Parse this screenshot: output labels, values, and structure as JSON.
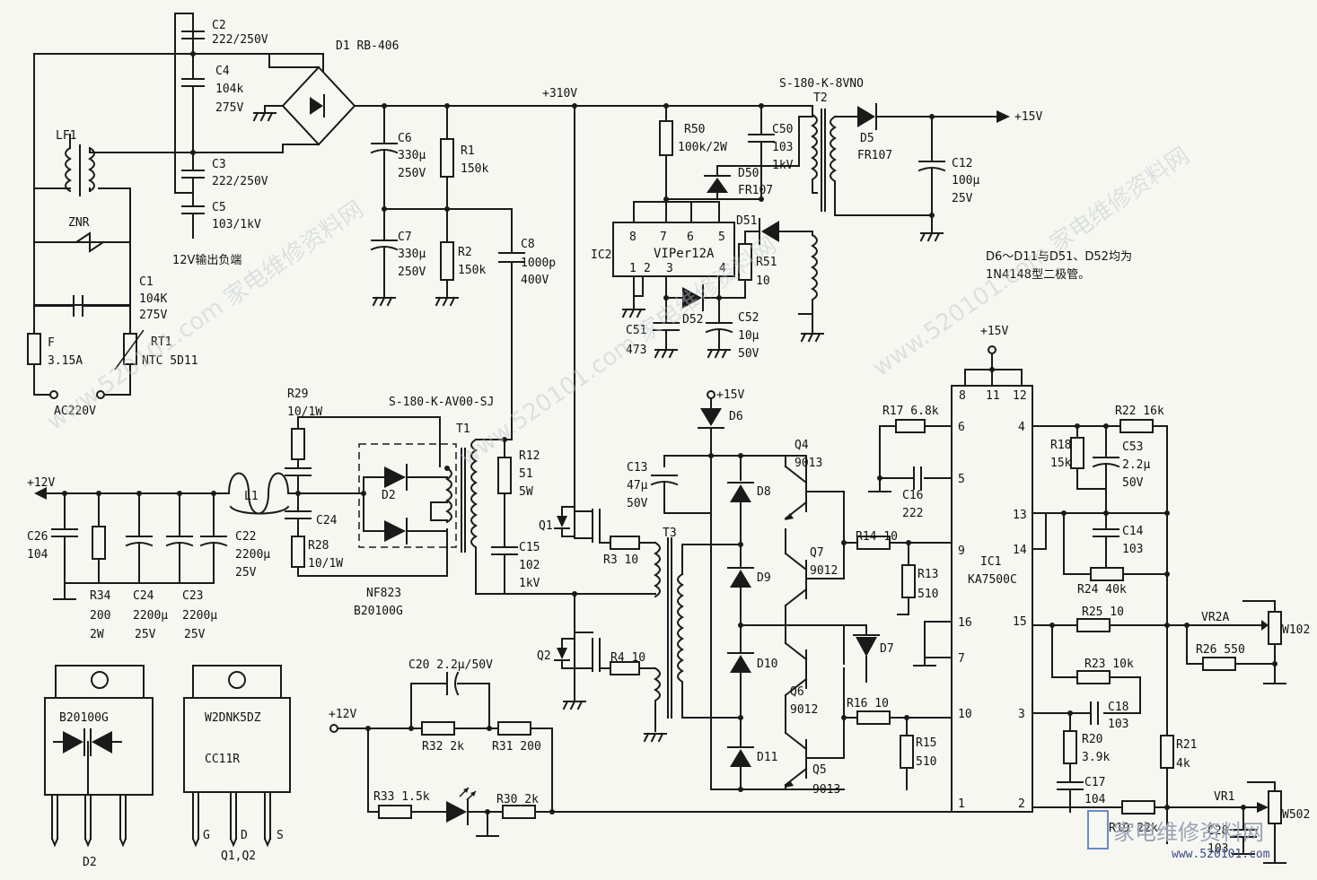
{
  "labels": {
    "C2": "C2",
    "C2v": "222/250V",
    "C4": "C4",
    "C4v": "104k",
    "C4v2": "275V",
    "C3": "C3",
    "C3v": "222/250V",
    "C5": "C5",
    "C5v": "103/1kV",
    "note12v": "12V输出负端",
    "D1": "D1  RB-406",
    "LF1": "LF1",
    "ZNR": "ZNR",
    "C1": "C1",
    "C1v": "104K",
    "C1v2": "275V",
    "F": "F",
    "Fv": "3.15A",
    "RT1": "RT1",
    "RT1v": "NTC 5D11",
    "AC": "AC220V",
    "C6": "C6",
    "C6v": "330μ",
    "C6v2": "250V",
    "C7": "C7",
    "C7v": "330μ",
    "C7v2": "250V",
    "R1": "R1",
    "R1v": "150k",
    "R2": "R2",
    "R2v": "150k",
    "C8": "C8",
    "C8v": "1000p",
    "C8v2": "400V",
    "v310": "+310V",
    "T2type": "S-180-K-8VNO",
    "T2": "T2",
    "R50": "R50",
    "R50v": "100k/2W",
    "C50": "C50",
    "C50v": "103",
    "C50v2": "1kV",
    "D50": "D50",
    "D50v": "FR107",
    "D5": "D5",
    "D5v": "FR107",
    "v15": "+15V",
    "C12": "C12",
    "C12v": "100μ",
    "C12v2": "25V",
    "IC2": "IC2",
    "IC2part": "VIPer12A",
    "p8": "8",
    "p7": "7",
    "p6": "6",
    "p5": "5",
    "p1": "1",
    "p2": "2",
    "p3": "3",
    "p4": "4",
    "D51": "D51",
    "R51": "R51",
    "R51v": "10",
    "C51": "C51",
    "C51v": "473",
    "D52": "D52",
    "C52": "C52",
    "C52v": "10μ",
    "C52v2": "50V",
    "note1": "D6～D11与D51、D52均为",
    "note2": "1N4148型二极管。",
    "T1type": "S-180-K-AV00-SJ",
    "T1": "T1",
    "R29": "R29",
    "R29v": "10/1W",
    "R28": "R28",
    "R28v": "10/1W",
    "C24a": "C24",
    "D2": "D2",
    "NF823": "NF823",
    "B20100G": "B20100G",
    "R12": "R12",
    "R12v": "51",
    "R12v2": "5W",
    "C15": "C15",
    "C15v": "102",
    "C15v2": "1kV",
    "L1": "L1",
    "v12": "+12V",
    "C26": "C26",
    "C26v": "104",
    "R34": "R34",
    "R34v": "200",
    "R34v2": "2W",
    "C24": "C24",
    "C24v": "2200μ",
    "C24v2": "25V",
    "C23": "C23",
    "C23v": "2200μ",
    "C23v2": "25V",
    "C22": "C22",
    "C22v": "2200μ",
    "C22v2": "25V",
    "Q1": "Q1",
    "Q2": "Q2",
    "R3": "R3  10",
    "R4": "R4  10",
    "C13": "C13",
    "C13v": "47μ",
    "C13v2": "50V",
    "D6": "D6",
    "v15b": "+15V",
    "D8": "D8",
    "D9": "D9",
    "D10": "D10",
    "D11": "D11",
    "T3": "T3",
    "Q4": "Q4",
    "Q4v": "9013",
    "Q7": "Q7",
    "Q7v": "9012",
    "Q6": "Q6",
    "Q6v": "9012",
    "Q5": "Q5",
    "Q5v": "9013",
    "D7": "D7",
    "R14": "R14  10",
    "R13": "R13",
    "R13v": "510",
    "R16": "R16  10",
    "R15": "R15",
    "R15v": "510",
    "C20": "C20  2.2μ/50V",
    "v12b": "+12V",
    "R32": "R32  2k",
    "R31": "R31  200",
    "R33": "R33  1.5k",
    "R30": "R30  2k",
    "R17": "R17  6.8k",
    "C16": "C16",
    "C16v": "222",
    "IC1": "IC1",
    "IC1part": "KA7500C",
    "pin8": "8",
    "pin11": "11",
    "pin12": "12",
    "pin6": "6",
    "pin5": "5",
    "pin9": "9",
    "pin16": "16",
    "pin7": "7",
    "pin10": "10",
    "pin1": "1",
    "pin4": "4",
    "pin13": "13",
    "pin14": "14",
    "pin15": "15",
    "pin3": "3",
    "pin2": "2",
    "v15c": "+15V",
    "R18": "R18",
    "R18v": "15k",
    "R22": "R22  16k",
    "C53": "C53",
    "C53v": "2.2μ",
    "C53v2": "50V",
    "C14": "C14",
    "C14v": "103",
    "R24": "R24  40k",
    "R25": "R25  10",
    "VR2A": "VR2A",
    "W102": "W102",
    "R26": "R26  550",
    "R23": "R23  10k",
    "C18": "C18",
    "C18v": "103",
    "R20": "R20",
    "R20v": "3.9k",
    "C17": "C17",
    "C17v": "104",
    "R21": "R21",
    "R21v": "4k",
    "R19": "R19  22k",
    "VR1": "VR1",
    "W502": "W502",
    "C28": "C28",
    "C28v": "103",
    "pkg1": "B20100G",
    "pkg1name": "D2",
    "pkg2a": "W2DNK5DZ",
    "pkg2b": "CC11R",
    "pkgG": "G",
    "pkgD": "D",
    "pkgS": "S",
    "pkg2name": "Q1,Q2",
    "wm": "www.520101.com 家电维修资料网",
    "wmlogo": "家电维修资料网",
    "wmurl": "www.520101.com"
  }
}
